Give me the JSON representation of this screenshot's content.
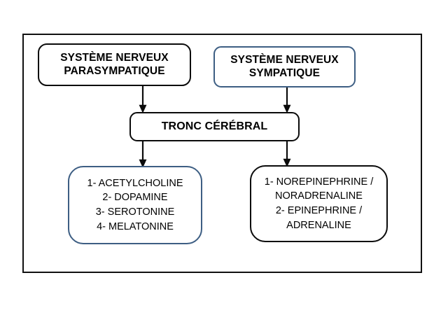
{
  "diagram": {
    "title_text_present": false,
    "frame": {
      "name": "outer-frame"
    },
    "colors": {
      "border_black": "#0b0b0b",
      "border_blue": "#3d5e83",
      "background": "#ffffff",
      "text": "#000000",
      "arrow": "#0b0b0b"
    },
    "nodes": [
      {
        "id": "parasympathique",
        "label": "SYSTÈME NERVEUX\nPARASYMPATIQUE",
        "border_color": "#0b0b0b",
        "bold": true
      },
      {
        "id": "sympathique",
        "label": "SYSTÈME NERVEUX\nSYMPATIQUE",
        "border_color": "#3d5e83",
        "bold": true
      },
      {
        "id": "tronc-cerebral",
        "label": "TRONC CÉRÉBRAL",
        "border_color": "#0b0b0b",
        "bold": true
      },
      {
        "id": "parasympathique-transmitters",
        "label": "1- ACETYLCHOLINE\n2-   DOPAMINE\n3- SEROTONINE\n4- MELATONINE",
        "border_color": "#3d5e83",
        "bold": false,
        "items": [
          "1- ACETYLCHOLINE",
          "2-   DOPAMINE",
          "3- SEROTONINE",
          "4- MELATONINE"
        ]
      },
      {
        "id": "sympathique-transmitters",
        "label": "1- NOREPINEPHRINE /\nNORADRENALINE\n2-  EPINEPHRINE /\nADRENALINE",
        "border_color": "#0b0b0b",
        "bold": false,
        "items": [
          "1- NOREPINEPHRINE /",
          "NORADRENALINE",
          "2-  EPINEPHRINE /",
          "ADRENALINE"
        ]
      }
    ],
    "edges": [
      {
        "id": "edge-parasympathique-to-tronc",
        "from": "parasympathique",
        "to": "tronc-cerebral",
        "arrowhead": "down"
      },
      {
        "id": "edge-sympathique-to-tronc",
        "from": "sympathique",
        "to": "tronc-cerebral",
        "arrowhead": "down"
      },
      {
        "id": "edge-tronc-to-parasympathique-transmitters",
        "from": "tronc-cerebral",
        "to": "parasympathique-transmitters",
        "arrowhead": "down"
      },
      {
        "id": "edge-tronc-to-sympathique-transmitters",
        "from": "tronc-cerebral",
        "to": "sympathique-transmitters",
        "arrowhead": "down"
      }
    ]
  }
}
